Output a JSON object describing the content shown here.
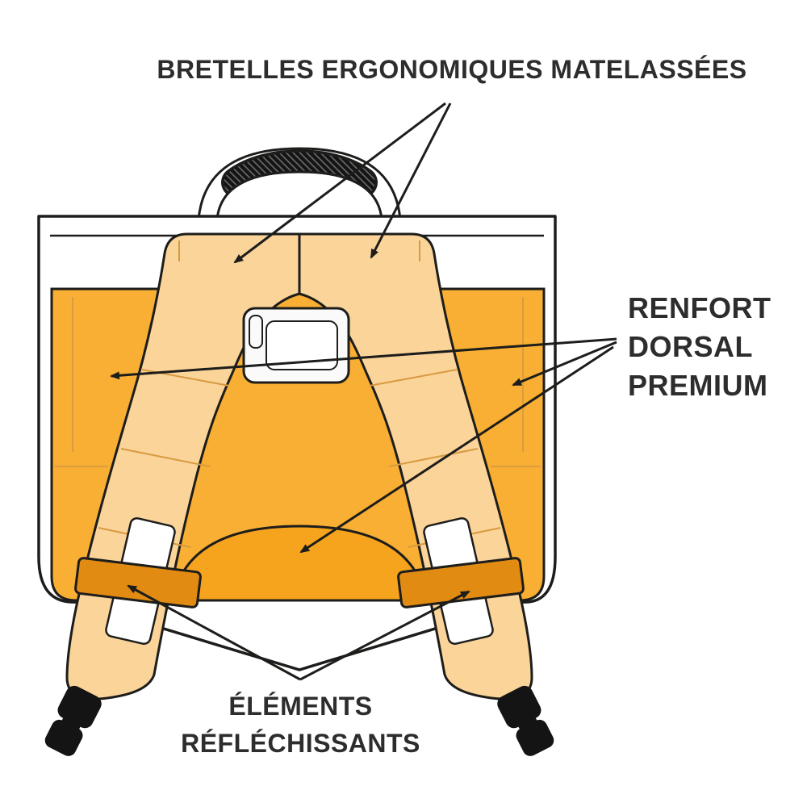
{
  "labels": {
    "shoulder_straps": "BRETELLES ERGONOMIQUES MATELASSÉES",
    "dorsal_lines": [
      "RENFORT",
      "DORSAL",
      "PREMIUM"
    ],
    "reflective_lines": [
      "ÉLÉMENTS",
      "RÉFLÉCHISSANTS"
    ]
  },
  "colors": {
    "panel_orange": "#F8AF34",
    "strap_orange": "#FBD49A",
    "pad_orange": "#F6A41E",
    "band_orange": "#E28B13",
    "stitch_orange": "#D89A40",
    "outline_dark": "#1D1D1B",
    "text_dark": "#2D2D2D"
  }
}
